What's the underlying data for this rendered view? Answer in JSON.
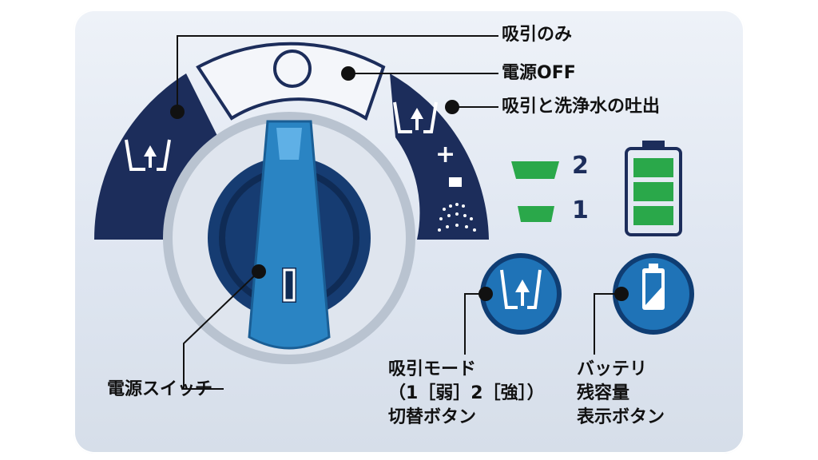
{
  "labels": {
    "suction_only": "吸引のみ",
    "power_off": "電源OFF",
    "suction_and_water": "吸引と洗浄水の吐出",
    "power_switch": "電源スイッチ",
    "suction_mode_button": [
      "吸引モード",
      "（1［弱］2［強］）",
      "切替ボタン"
    ],
    "battery_button": [
      "バッテリ",
      "残容量",
      "表示ボタン"
    ]
  },
  "dial_marks": {
    "off_symbol": "O",
    "plus": "+"
  },
  "suction_levels": [
    "2",
    "1"
  ],
  "battery_segments_lit": 3,
  "colors": {
    "navy_arc": "#1c2d5b",
    "knob_blue": "#2a84c3",
    "button_blue": "#1f73b7",
    "indicator_green": "#2aa84a"
  }
}
